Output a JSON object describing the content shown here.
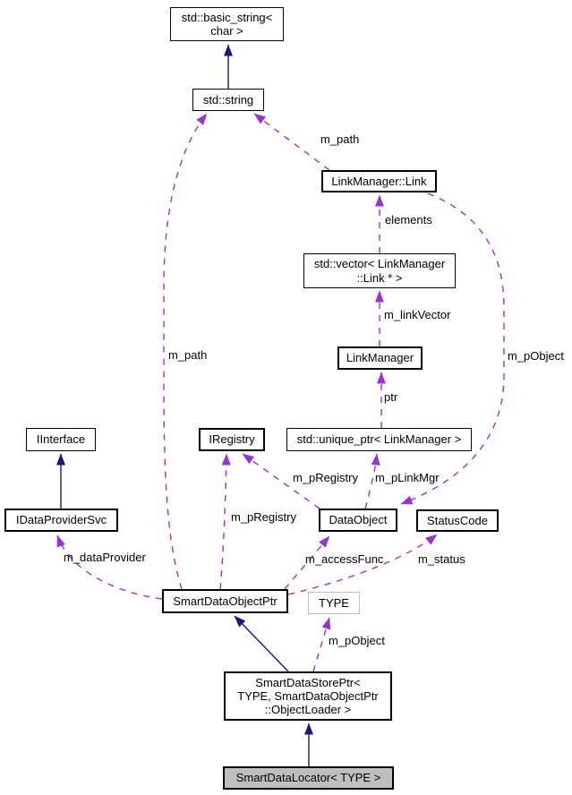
{
  "diagram": {
    "kind": "doxygen-collaboration-graph",
    "focus_class": "SmartDataLocator< TYPE >",
    "colors": {
      "inheritance_edge": "#191970",
      "usage_edge": "#9a32cd",
      "node_border": "#000000",
      "node_background": "#ffffff",
      "selected_node_background": "#bfbfbf",
      "template_param_border": "#bebebe",
      "text": "#000000"
    },
    "nodes": [
      {
        "id": "std-basic-string",
        "label": "std::basic_string<\nchar >"
      },
      {
        "id": "std-string",
        "label": "std::string"
      },
      {
        "id": "linkmanager-link",
        "label": "LinkManager::Link"
      },
      {
        "id": "std-vector-link",
        "label": "std::vector< LinkManager\n::Link * >"
      },
      {
        "id": "linkmanager",
        "label": "LinkManager"
      },
      {
        "id": "iregistry",
        "label": "IRegistry"
      },
      {
        "id": "std-unique-ptr",
        "label": "std::unique_ptr< LinkManager >"
      },
      {
        "id": "iinterface",
        "label": "IInterface"
      },
      {
        "id": "idataprovidersvc",
        "label": "IDataProviderSvc"
      },
      {
        "id": "dataobject",
        "label": "DataObject"
      },
      {
        "id": "statuscode",
        "label": "StatusCode"
      },
      {
        "id": "smartdataobjectptr",
        "label": "SmartDataObjectPtr"
      },
      {
        "id": "type",
        "label": "TYPE"
      },
      {
        "id": "smartdatastoreptr",
        "label": "SmartDataStorePtr<\nTYPE, SmartDataObjectPtr\n::ObjectLoader >"
      },
      {
        "id": "smartdatalocator",
        "label": "SmartDataLocator< TYPE >"
      }
    ],
    "edge_labels": [
      {
        "id": "m-path-top",
        "text": "m_path"
      },
      {
        "id": "elements",
        "text": "elements"
      },
      {
        "id": "m-linkvector",
        "text": "m_linkVector"
      },
      {
        "id": "m-pobject-right",
        "text": "m_pObject"
      },
      {
        "id": "ptr",
        "text": "ptr"
      },
      {
        "id": "m-pregistry-dataobject",
        "text": "m_pRegistry"
      },
      {
        "id": "m-plinkmgr",
        "text": "m_pLinkMgr"
      },
      {
        "id": "m-pregistry-sdop",
        "text": "m_pRegistry"
      },
      {
        "id": "m-path-left",
        "text": "m_path"
      },
      {
        "id": "m-dataprovider",
        "text": "m_dataProvider"
      },
      {
        "id": "m-accessfunc",
        "text": "m_accessFunc"
      },
      {
        "id": "m-status",
        "text": "m_status"
      },
      {
        "id": "m-pobject-bottom",
        "text": "m_pObject"
      }
    ],
    "relations": [
      {
        "type": "inheritance",
        "from": "std::string",
        "to": "std::basic_string< char >"
      },
      {
        "type": "inheritance",
        "from": "IDataProviderSvc",
        "to": "IInterface"
      },
      {
        "type": "inheritance",
        "from": "SmartDataStorePtr< TYPE, SmartDataObjectPtr::ObjectLoader >",
        "to": "SmartDataObjectPtr"
      },
      {
        "type": "inheritance",
        "from": "SmartDataLocator< TYPE >",
        "to": "SmartDataStorePtr< TYPE, SmartDataObjectPtr::ObjectLoader >"
      },
      {
        "type": "usage",
        "from": "LinkManager::Link",
        "to": "std::string",
        "label": "m_path"
      },
      {
        "type": "usage",
        "from": "SmartDataObjectPtr",
        "to": "std::string",
        "label": "m_path"
      },
      {
        "type": "usage",
        "from": "std::vector< LinkManager::Link * >",
        "to": "LinkManager::Link",
        "label": "elements"
      },
      {
        "type": "usage",
        "from": "LinkManager",
        "to": "std::vector< LinkManager::Link * >",
        "label": "m_linkVector"
      },
      {
        "type": "usage",
        "from": "std::unique_ptr< LinkManager >",
        "to": "LinkManager",
        "label": "ptr"
      },
      {
        "type": "usage",
        "from": "DataObject",
        "to": "IRegistry",
        "label": "m_pRegistry"
      },
      {
        "type": "usage",
        "from": "DataObject",
        "to": "std::unique_ptr< LinkManager >",
        "label": "m_pLinkMgr"
      },
      {
        "type": "usage",
        "from": "LinkManager::Link",
        "to": "DataObject",
        "label": "m_pObject"
      },
      {
        "type": "usage",
        "from": "SmartDataObjectPtr",
        "to": "IDataProviderSvc",
        "label": "m_dataProvider"
      },
      {
        "type": "usage",
        "from": "SmartDataObjectPtr",
        "to": "IRegistry",
        "label": "m_pRegistry"
      },
      {
        "type": "usage",
        "from": "SmartDataObjectPtr",
        "to": "DataObject",
        "label": "m_accessFunc"
      },
      {
        "type": "usage",
        "from": "SmartDataObjectPtr",
        "to": "StatusCode",
        "label": "m_status"
      },
      {
        "type": "usage",
        "from": "SmartDataStorePtr< TYPE, SmartDataObjectPtr::ObjectLoader >",
        "to": "TYPE",
        "label": "m_pObject"
      }
    ]
  }
}
